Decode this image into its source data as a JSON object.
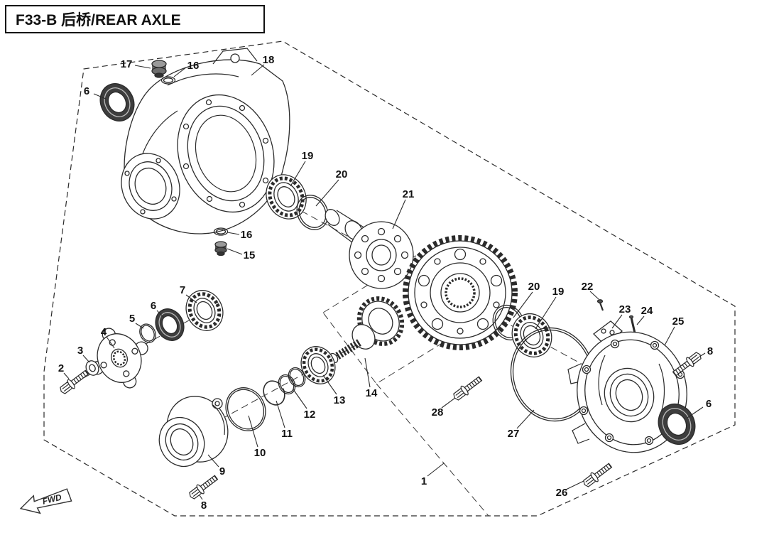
{
  "title": "F33-B 后桥/REAR AXLE",
  "fwd": {
    "label": "FWD"
  },
  "colors": {
    "line": "#2b2b2b",
    "background": "#ffffff",
    "seal_dark": "#3d3d3d"
  },
  "callouts": [
    {
      "label": "17"
    },
    {
      "label": "16"
    },
    {
      "label": "18"
    },
    {
      "label": "6"
    },
    {
      "label": "19"
    },
    {
      "label": "20"
    },
    {
      "label": "21"
    },
    {
      "label": "16"
    },
    {
      "label": "15"
    },
    {
      "label": "7"
    },
    {
      "label": "6"
    },
    {
      "label": "5"
    },
    {
      "label": "4"
    },
    {
      "label": "3"
    },
    {
      "label": "2"
    },
    {
      "label": "20"
    },
    {
      "label": "19"
    },
    {
      "label": "22"
    },
    {
      "label": "23"
    },
    {
      "label": "24"
    },
    {
      "label": "25"
    },
    {
      "label": "8"
    },
    {
      "label": "6"
    },
    {
      "label": "13"
    },
    {
      "label": "14"
    },
    {
      "label": "12"
    },
    {
      "label": "11"
    },
    {
      "label": "10"
    },
    {
      "label": "9"
    },
    {
      "label": "8"
    },
    {
      "label": "28"
    },
    {
      "label": "27"
    },
    {
      "label": "26"
    },
    {
      "label": "1"
    }
  ]
}
